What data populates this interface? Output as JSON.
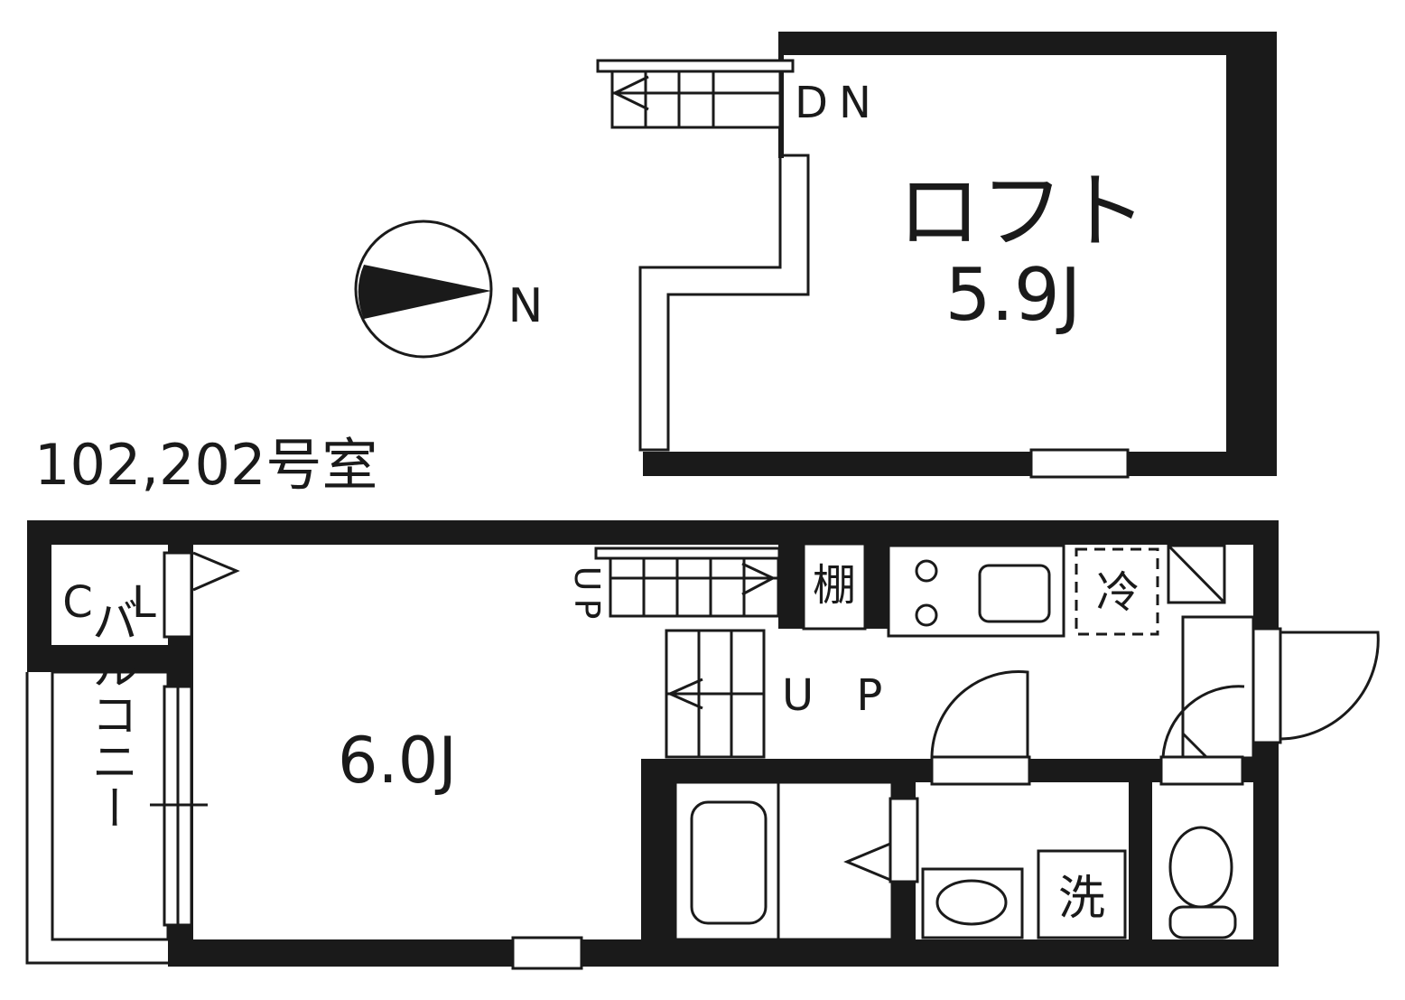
{
  "unit_label": "102,202号室",
  "compass": {
    "north_label": "N"
  },
  "loft": {
    "name": "ロフト",
    "size": "5.9J",
    "stairs_label": "DN"
  },
  "main_room": {
    "size": "6.0J"
  },
  "closet": {
    "label": "C L"
  },
  "balcony": {
    "label": "バルコニー"
  },
  "stairs_upper_label": "UP",
  "stairs_lower_label": "U P",
  "kitchen": {
    "shelf_label": "棚",
    "fridge_label": "冷"
  },
  "washroom": {
    "washer_label": "洗"
  },
  "colors": {
    "line": "#1a1a1a",
    "background": "#ffffff"
  }
}
